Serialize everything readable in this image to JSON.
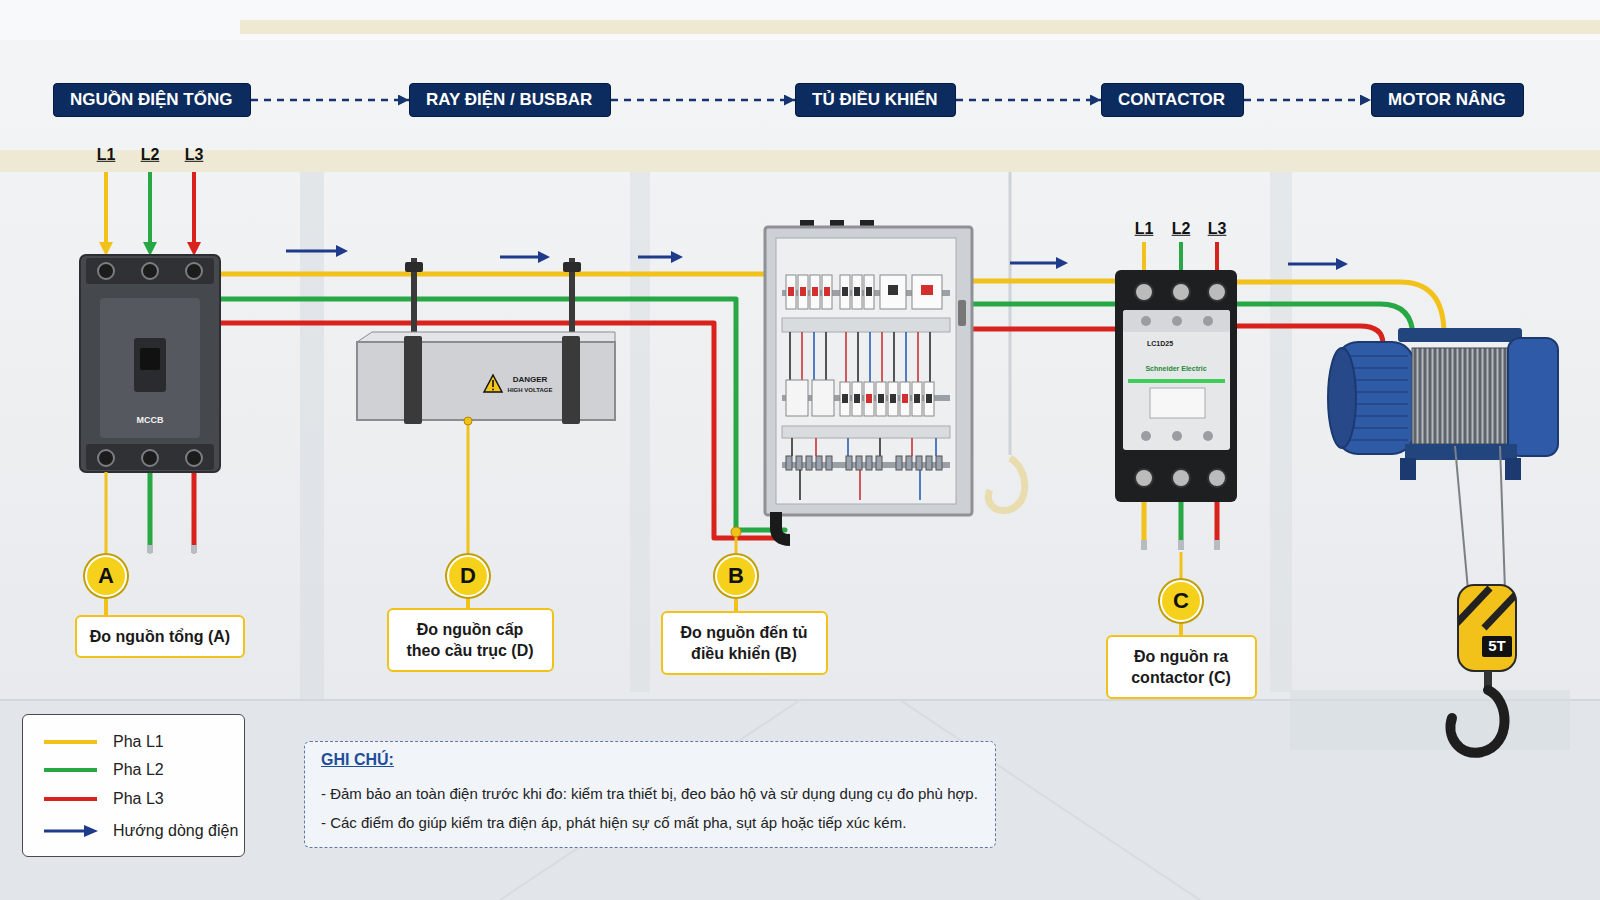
{
  "diagram": {
    "nodes": [
      {
        "text": [
          "NGUỒN ĐIỆN TỔNG"
        ]
      },
      {
        "text": [
          "RAY ĐIỆN / BUSBAR"
        ]
      },
      {
        "text": [
          "TỦ ĐIỀU KHIỂN"
        ]
      },
      {
        "text": [
          "CONTACTOR"
        ]
      },
      {
        "text": [
          "MOTOR NÂNG"
        ]
      },
      {
        "text": [
          "A"
        ]
      },
      {
        "text": [
          "D"
        ]
      },
      {
        "text": [
          "B"
        ]
      },
      {
        "text": [
          "C"
        ]
      },
      {
        "text": [
          "Đo nguồn tổng (A)"
        ]
      },
      {
        "text": [
          "Đo nguồn cấp theo cầu trục (D)"
        ]
      },
      {
        "text": [
          "Đo nguồn đến tủ điều khiển (B)"
        ]
      },
      {
        "text": [
          "Đo nguồn ra contactor (C)"
        ]
      },
      {
        "text": [
          "GHI CHÚ:",
          "- Đảm bảo an toàn điện trước khi đo: kiểm tra thiết bị, đeo bảo hộ và sử dụng dụng cụ đo phù hợp.",
          "- Các điểm đo giúp kiểm tra điện áp, phát hiện sự cố mất pha, sụt áp hoặc tiếp xúc kém."
        ]
      }
    ],
    "edges": [
      {
        "from": 0,
        "to": 1,
        "arrow": "to"
      },
      {
        "from": 1,
        "to": 2,
        "arrow": "to"
      },
      {
        "from": 2,
        "to": 3,
        "arrow": "to"
      },
      {
        "from": 3,
        "to": 4,
        "arrow": "to"
      },
      {
        "from": 5,
        "to": 9,
        "arrow": "none"
      },
      {
        "from": 6,
        "to": 10,
        "arrow": "none"
      },
      {
        "from": 7,
        "to": 11,
        "arrow": "none"
      },
      {
        "from": 8,
        "to": 12,
        "arrow": "none"
      }
    ],
    "labels": [
      "L1",
      "L2",
      "L3",
      "MCCB",
      "DANGER",
      "HIGH VOLTAGE",
      "L1",
      "L2",
      "L3",
      "LC1D25",
      "Schneider Electric",
      "5T"
    ],
    "legend": [
      {
        "text": "Pha L1",
        "color": "#f2c21a"
      },
      {
        "text": "Pha L2",
        "color": "#27a844"
      },
      {
        "text": "Pha L3",
        "color": "#d9221c"
      },
      {
        "text": "Hướng dòng điện"
      }
    ]
  }
}
